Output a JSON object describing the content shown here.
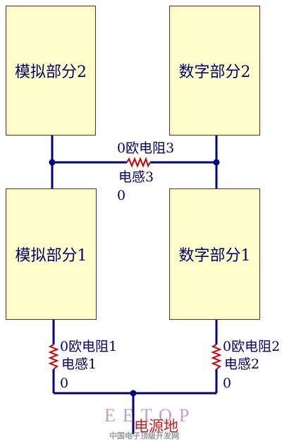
{
  "blocks": {
    "analog2": "模拟部分2",
    "digital2": "数字部分2",
    "analog1": "模拟部分1",
    "digital1": "数字部分1"
  },
  "links": {
    "top": {
      "resistor": "0欧电阻3",
      "inductor": "电感3",
      "zero": "0"
    },
    "left": {
      "resistor": "0欧电阻1",
      "inductor": "电感1",
      "zero": "0"
    },
    "right": {
      "resistor": "0欧电阻2",
      "inductor": "电感2",
      "zero": "0"
    }
  },
  "ground_label": "电源地",
  "watermark": {
    "logo": "EETOP",
    "site": "中国电子顶级开发网"
  },
  "colors": {
    "wire": "#000080",
    "resistor": "#cc0000",
    "block_fill": "#ffffcc",
    "block_border": "#8b1a1a"
  }
}
